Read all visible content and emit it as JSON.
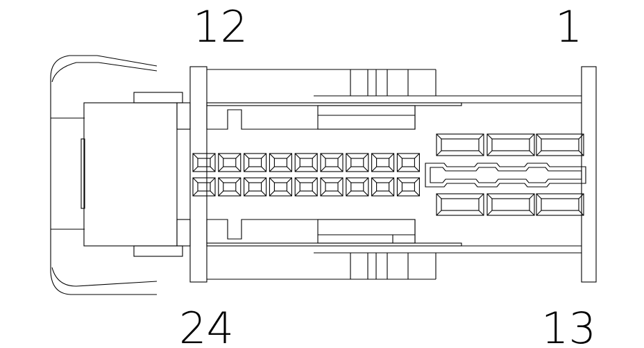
{
  "labels": {
    "top_left": "12",
    "top_right": "1",
    "bottom_left": "24",
    "bottom_right": "13"
  }
}
